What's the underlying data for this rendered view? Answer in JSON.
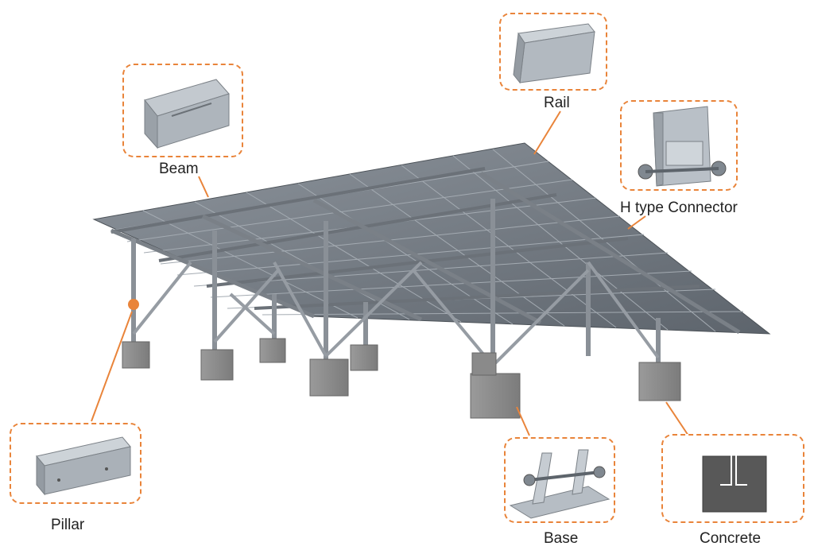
{
  "accent_color": "#e9843a",
  "components": {
    "beam": "Beam",
    "rail": "Rail",
    "h_connector": "H type Connector",
    "pillar": "Pillar",
    "base": "Base",
    "concrete": "Concrete"
  }
}
